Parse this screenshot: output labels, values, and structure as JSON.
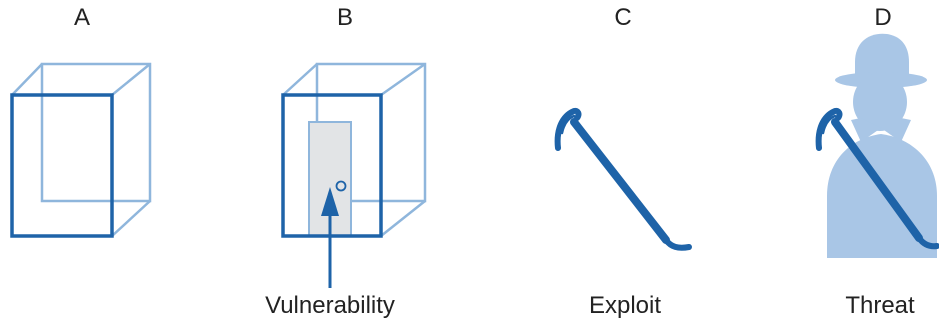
{
  "panels": [
    {
      "letter": "A",
      "caption": ""
    },
    {
      "letter": "B",
      "caption": "Vulnerability"
    },
    {
      "letter": "C",
      "caption": "Exploit"
    },
    {
      "letter": "D",
      "caption": "Threat"
    }
  ],
  "colors": {
    "outline_dark": "#1e63a8",
    "outline_light": "#8fb6dc",
    "door_fill": "#e2e4e6",
    "crowbar": "#1e63a8",
    "silhouette": "#a9c6e6",
    "text": "#222222"
  },
  "icons": {
    "A": "cube-icon",
    "B": "cube-with-door-icon",
    "C": "crowbar-icon",
    "D": "intruder-with-crowbar-icon"
  }
}
